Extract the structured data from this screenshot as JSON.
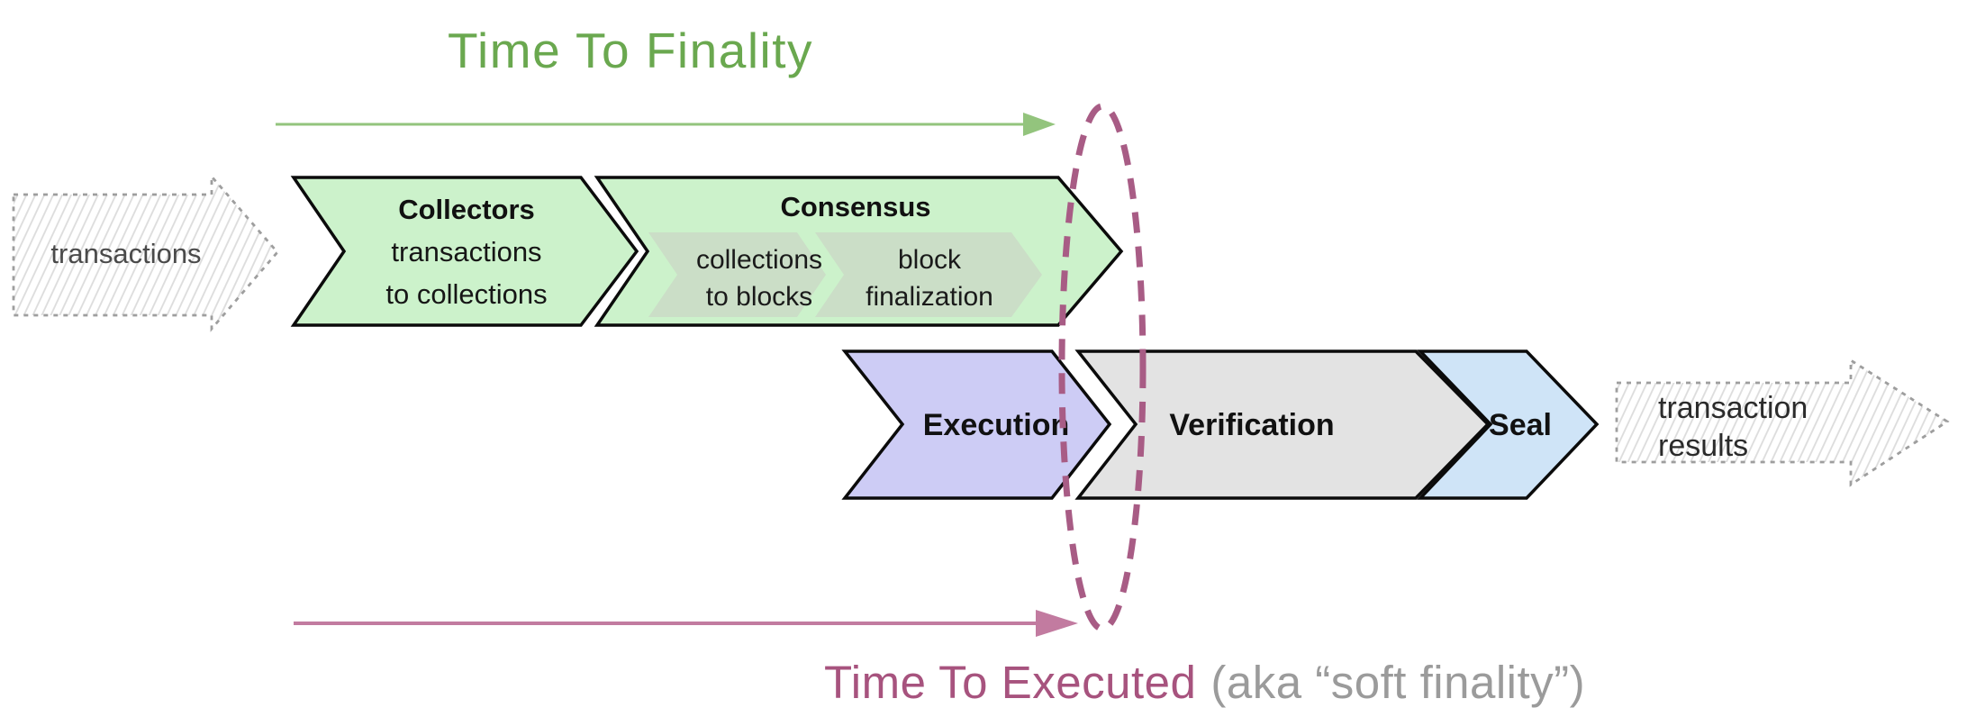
{
  "titles": {
    "time_to_finality": "Time To Finality",
    "time_to_executed": "Time To Executed",
    "time_to_executed_suffix": "(aka “soft finality”)"
  },
  "pipeline": {
    "input": {
      "label": "transactions"
    },
    "output": {
      "line1": "transaction",
      "line2": "results"
    },
    "collectors": {
      "title": "Collectors",
      "line1": "transactions",
      "line2": "to collections"
    },
    "consensus": {
      "title": "Consensus",
      "step1": {
        "line1": "collections",
        "line2": "to blocks"
      },
      "step2": {
        "line1": "block",
        "line2": "finalization"
      }
    },
    "execution": {
      "title": "Execution"
    },
    "verification": {
      "title": "Verification"
    },
    "seal": {
      "title": "Seal"
    }
  },
  "colors": {
    "finality_title_green": "#6aa84f",
    "finality_arrow_green": "#93c47d",
    "executed_title_magenta": "#a7537e",
    "executed_arrow_pink": "#c27ba0",
    "ellipse_magenta": "#a85c85",
    "stage_green": "#ccf2cb",
    "substep_sage": "#cbdec7",
    "execution_lavender": "#cdccf5",
    "verification_gray": "#e3e3e3",
    "seal_blue": "#cfe4f7"
  }
}
